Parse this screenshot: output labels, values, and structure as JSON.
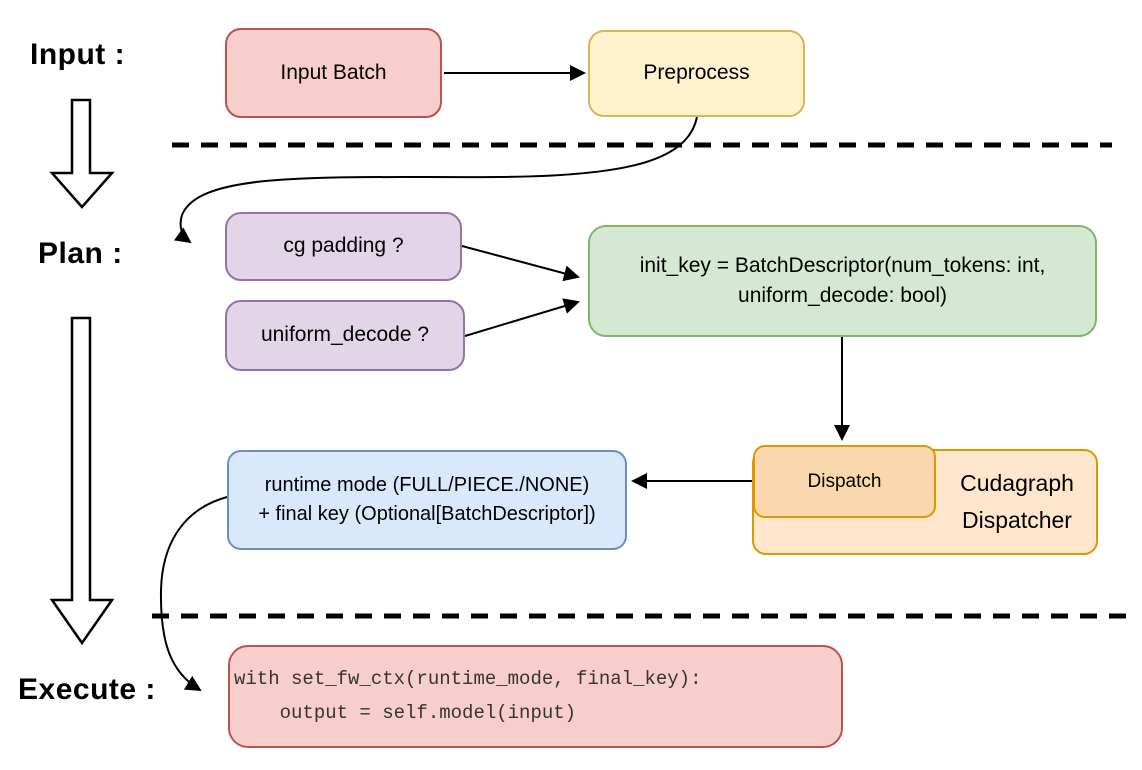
{
  "diagram": {
    "line_color": "#000000",
    "background": "#ffffff"
  },
  "phases": {
    "input_label": "Input :",
    "plan_label": "Plan :",
    "execute_label": "Execute :"
  },
  "nodes": {
    "input_batch": {
      "label": "Input Batch",
      "fill": "#f8cecc",
      "border": "#b85450"
    },
    "preprocess": {
      "label": "Preprocess",
      "fill": "#fff2cc",
      "border": "#d6b656"
    },
    "cg_padding": {
      "label": "cg padding ?",
      "fill": "#e1d5e7",
      "border": "#9673a6"
    },
    "uniform_decode": {
      "label": "uniform_decode ?",
      "fill": "#e1d5e7",
      "border": "#9673a6"
    },
    "init_key": {
      "line1": "init_key = BatchDescriptor(num_tokens: int,",
      "line2": "uniform_decode: bool)",
      "fill": "#d5e8d4",
      "border": "#82b366"
    },
    "runtime_mode": {
      "line1": "runtime mode (FULL/PIECE./NONE)",
      "line2": "+ final key (Optional[BatchDescriptor])",
      "fill": "#dae8fc",
      "border": "#6c8ebf"
    },
    "dispatch": {
      "label": "Dispatch",
      "fill": "#fad7ac",
      "border": "#d79b00"
    },
    "cudagraph_dispatcher": {
      "line1": "Cudagraph",
      "line2": "Dispatcher",
      "fill": "#ffe6cc",
      "border": "#d79b00"
    },
    "execute_code": {
      "line1": "with set_fw_ctx(runtime_mode, final_key):",
      "line2": "    output = self.model(input)",
      "fill": "#f8cecc",
      "border": "#b85450"
    }
  }
}
